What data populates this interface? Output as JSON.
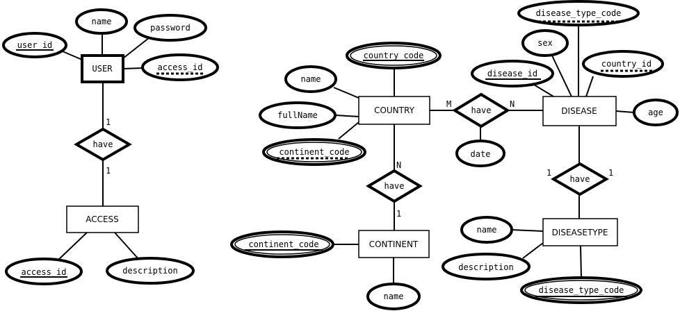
{
  "entities": {
    "user": "USER",
    "access": "ACCESS",
    "country": "COUNTRY",
    "disease": "DISEASE",
    "continent": "CONTINENT",
    "diseasetype": "DISEASETYPE"
  },
  "relationships": {
    "user_access": "have",
    "country_disease": "have",
    "country_continent": "have",
    "disease_diseasetype": "have"
  },
  "attributes": {
    "user_user_id": "user_id",
    "user_name": "name",
    "user_password": "password",
    "user_access_id": "access_id",
    "access_access_id": "access_id",
    "access_description": "description",
    "country_country_code": "country_code",
    "country_name": "name",
    "country_fullname": "fullName",
    "country_continent_code": "continent_code",
    "rel_date": "date",
    "disease_disease_type_code": "disease_type_code",
    "disease_sex": "sex",
    "disease_disease_id": "disease_id",
    "disease_country_id": "country_id",
    "disease_age": "age",
    "continent_continent_code": "continent_code",
    "continent_name": "name",
    "diseasetype_name": "name",
    "diseasetype_description": "description",
    "diseasetype_disease_type_code": "disease_type_code"
  },
  "cardinalities": {
    "user_side": "1",
    "access_side": "1",
    "country_m": "M",
    "disease_n": "N",
    "country_n": "N",
    "continent_1": "1",
    "disease_1": "1",
    "diseasetype_1": "1"
  }
}
